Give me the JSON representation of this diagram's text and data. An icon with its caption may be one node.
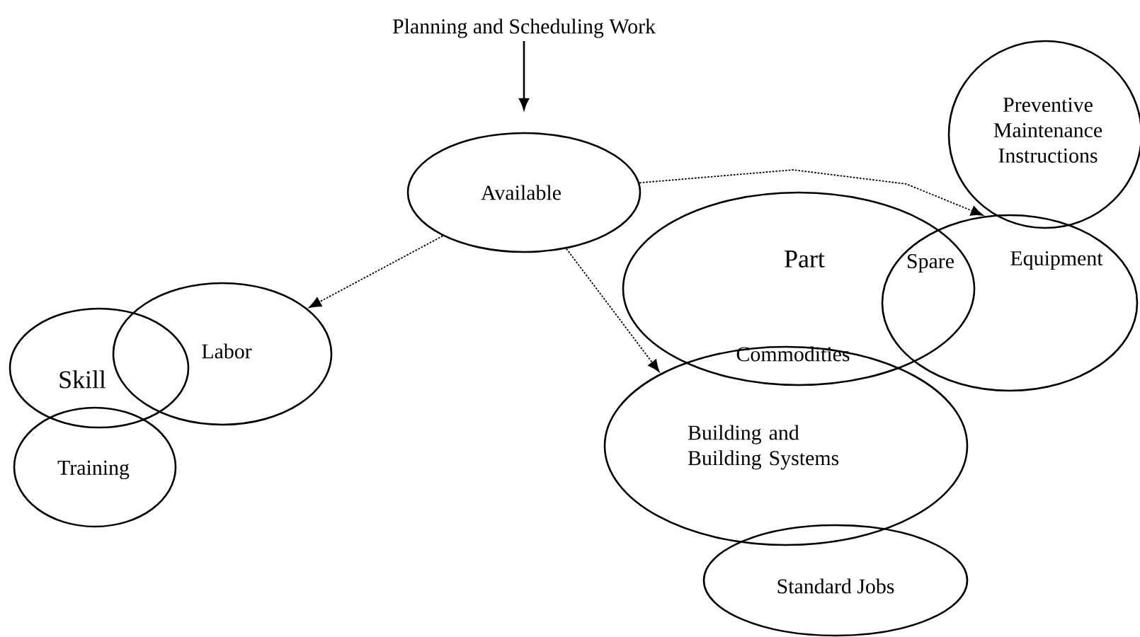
{
  "diagram": {
    "nodes": [
      {
        "text": [
          "Planning and Scheduling Work"
        ]
      },
      {
        "text": [
          "Available"
        ]
      },
      {
        "text": [
          "Labor"
        ]
      },
      {
        "text": [
          "Skill"
        ]
      },
      {
        "text": [
          "Training"
        ]
      },
      {
        "text": [
          "Preventive Maintenance Instructions"
        ]
      },
      {
        "text": [
          "Part",
          "Commodities"
        ]
      },
      {
        "text": [
          "Spare",
          "Equipment"
        ]
      },
      {
        "text": [
          "Building and Building Systems"
        ]
      },
      {
        "text": [
          "Standard Jobs"
        ]
      }
    ],
    "edges": [
      {
        "from": 0,
        "to": 1,
        "arrow": "to"
      },
      {
        "from": 1,
        "to": 2,
        "arrow": "to",
        "style": "dashed"
      },
      {
        "from": 1,
        "to": 8,
        "arrow": "to",
        "style": "dashed"
      },
      {
        "from": 1,
        "to": 7,
        "arrow": "to",
        "style": "dashed"
      }
    ]
  }
}
